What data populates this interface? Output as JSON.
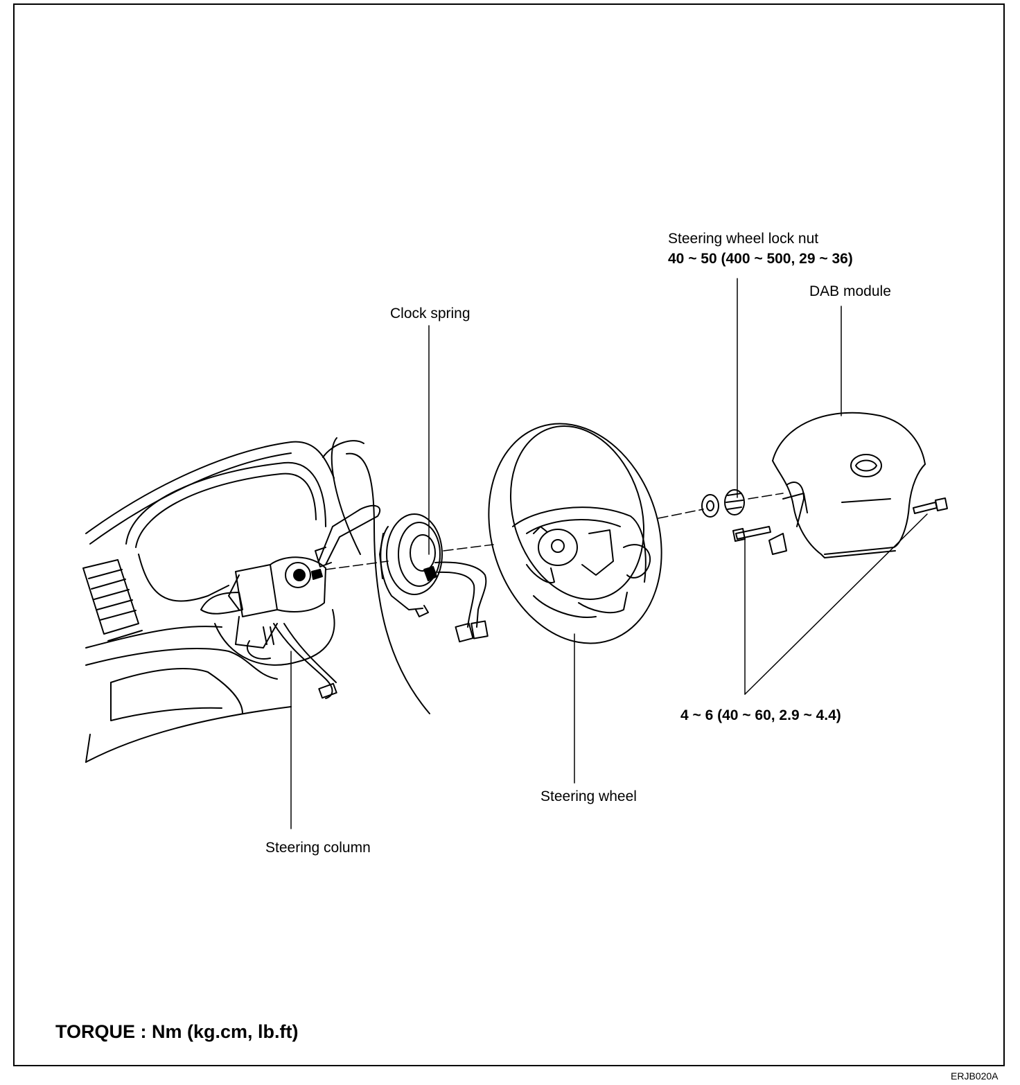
{
  "labels": {
    "clock_spring": "Clock spring",
    "lock_nut_name": "Steering wheel lock nut",
    "lock_nut_torque": "40 ~ 50 (400 ~ 500, 29 ~ 36)",
    "dab_module": "DAB module",
    "bolt_torque": "4 ~ 6 (40 ~ 60, 2.9 ~ 4.4)",
    "steering_wheel": "Steering wheel",
    "steering_column": "Steering column"
  },
  "footer": {
    "torque_units": "TORQUE : Nm (kg.cm, lb.ft)",
    "figure_code": "ERJB020A"
  }
}
